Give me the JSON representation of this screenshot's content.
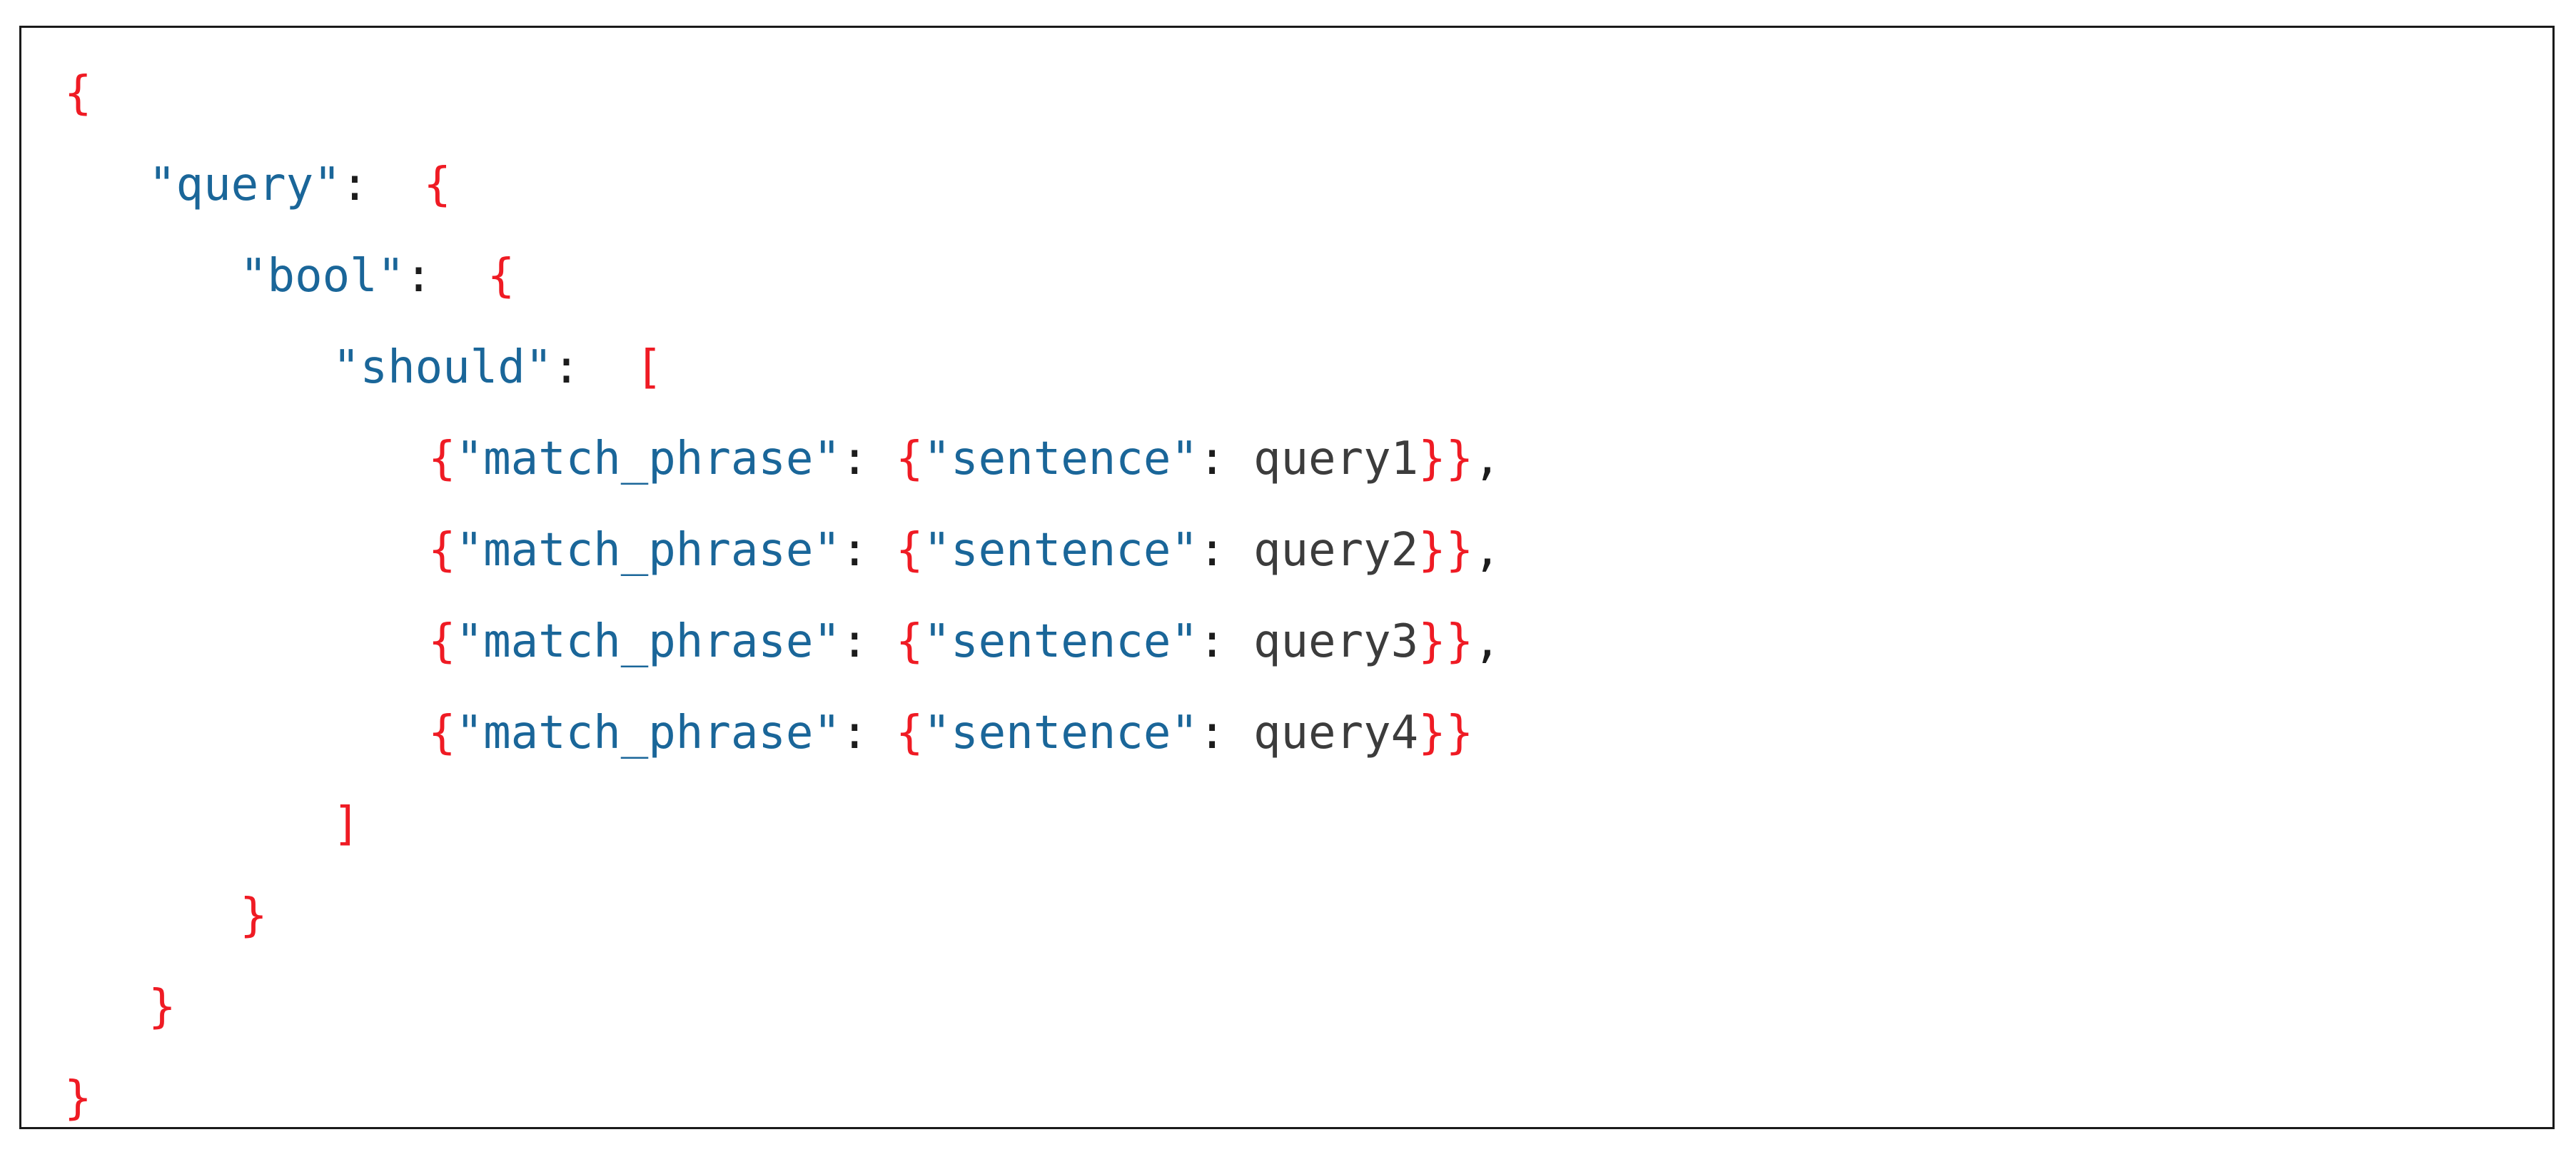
{
  "code_block": {
    "language": "json",
    "description": "Elasticsearch bool should match_phrase query",
    "border_color": "#1a1a1a",
    "background_color": "#ffffff",
    "colors": {
      "punctuation": "#ef1b24",
      "key": "#1a6699",
      "value": "#3c3c3c",
      "operator": "#1c1c1c"
    },
    "lines": [
      {
        "index": 0,
        "indent": 0,
        "text": "{",
        "tokens": [
          {
            "t": "{",
            "c": "punct"
          }
        ]
      },
      {
        "index": 1,
        "indent": 1,
        "text": "\"query\": {",
        "tokens": [
          {
            "t": "\"query\"",
            "c": "key"
          },
          {
            "t": ":",
            "c": "op"
          },
          {
            "t": "  ",
            "c": "space"
          },
          {
            "t": "{",
            "c": "punct"
          }
        ]
      },
      {
        "index": 2,
        "indent": 2,
        "text": "\"bool\": {",
        "tokens": [
          {
            "t": "\"bool\"",
            "c": "key"
          },
          {
            "t": ":",
            "c": "op"
          },
          {
            "t": "  ",
            "c": "space"
          },
          {
            "t": "{",
            "c": "punct"
          }
        ]
      },
      {
        "index": 3,
        "indent": 3,
        "text": "\"should\": [",
        "tokens": [
          {
            "t": "\"should\"",
            "c": "key"
          },
          {
            "t": ":",
            "c": "op"
          },
          {
            "t": "  ",
            "c": "space"
          },
          {
            "t": "[",
            "c": "punct"
          }
        ]
      },
      {
        "index": 4,
        "indent": 4,
        "text": "{\"match_phrase\": {\"sentence\": query1}},",
        "tokens": [
          {
            "t": "{",
            "c": "punct"
          },
          {
            "t": "\"match_phrase\"",
            "c": "key"
          },
          {
            "t": ":",
            "c": "op"
          },
          {
            "t": " ",
            "c": "space"
          },
          {
            "t": "{",
            "c": "punct"
          },
          {
            "t": "\"sentence\"",
            "c": "key"
          },
          {
            "t": ":",
            "c": "op"
          },
          {
            "t": " ",
            "c": "space"
          },
          {
            "t": "query1",
            "c": "value"
          },
          {
            "t": "}}",
            "c": "punct"
          },
          {
            "t": ",",
            "c": "op"
          }
        ]
      },
      {
        "index": 5,
        "indent": 4,
        "text": "{\"match_phrase\": {\"sentence\": query2}},",
        "tokens": [
          {
            "t": "{",
            "c": "punct"
          },
          {
            "t": "\"match_phrase\"",
            "c": "key"
          },
          {
            "t": ":",
            "c": "op"
          },
          {
            "t": " ",
            "c": "space"
          },
          {
            "t": "{",
            "c": "punct"
          },
          {
            "t": "\"sentence\"",
            "c": "key"
          },
          {
            "t": ":",
            "c": "op"
          },
          {
            "t": " ",
            "c": "space"
          },
          {
            "t": "query2",
            "c": "value"
          },
          {
            "t": "}}",
            "c": "punct"
          },
          {
            "t": ",",
            "c": "op"
          }
        ]
      },
      {
        "index": 6,
        "indent": 4,
        "text": "{\"match_phrase\": {\"sentence\": query3}},",
        "tokens": [
          {
            "t": "{",
            "c": "punct"
          },
          {
            "t": "\"match_phrase\"",
            "c": "key"
          },
          {
            "t": ":",
            "c": "op"
          },
          {
            "t": " ",
            "c": "space"
          },
          {
            "t": "{",
            "c": "punct"
          },
          {
            "t": "\"sentence\"",
            "c": "key"
          },
          {
            "t": ":",
            "c": "op"
          },
          {
            "t": " ",
            "c": "space"
          },
          {
            "t": "query3",
            "c": "value"
          },
          {
            "t": "}}",
            "c": "punct"
          },
          {
            "t": ",",
            "c": "op"
          }
        ]
      },
      {
        "index": 7,
        "indent": 4,
        "text": "{\"match_phrase\": {\"sentence\": query4}}",
        "tokens": [
          {
            "t": "{",
            "c": "punct"
          },
          {
            "t": "\"match_phrase\"",
            "c": "key"
          },
          {
            "t": ":",
            "c": "op"
          },
          {
            "t": " ",
            "c": "space"
          },
          {
            "t": "{",
            "c": "punct"
          },
          {
            "t": "\"sentence\"",
            "c": "key"
          },
          {
            "t": ":",
            "c": "op"
          },
          {
            "t": " ",
            "c": "space"
          },
          {
            "t": "query4",
            "c": "value"
          },
          {
            "t": "}}",
            "c": "punct"
          }
        ]
      },
      {
        "index": 8,
        "indent": 3,
        "text": "]",
        "tokens": [
          {
            "t": "]",
            "c": "punct"
          }
        ]
      },
      {
        "index": 9,
        "indent": 2,
        "text": "}",
        "tokens": [
          {
            "t": "}",
            "c": "punct"
          }
        ]
      },
      {
        "index": 10,
        "indent": 1,
        "text": "}",
        "tokens": [
          {
            "t": "}",
            "c": "punct"
          }
        ]
      },
      {
        "index": 11,
        "indent": 0,
        "text": "}",
        "tokens": [
          {
            "t": "}",
            "c": "punct"
          }
        ]
      }
    ]
  }
}
